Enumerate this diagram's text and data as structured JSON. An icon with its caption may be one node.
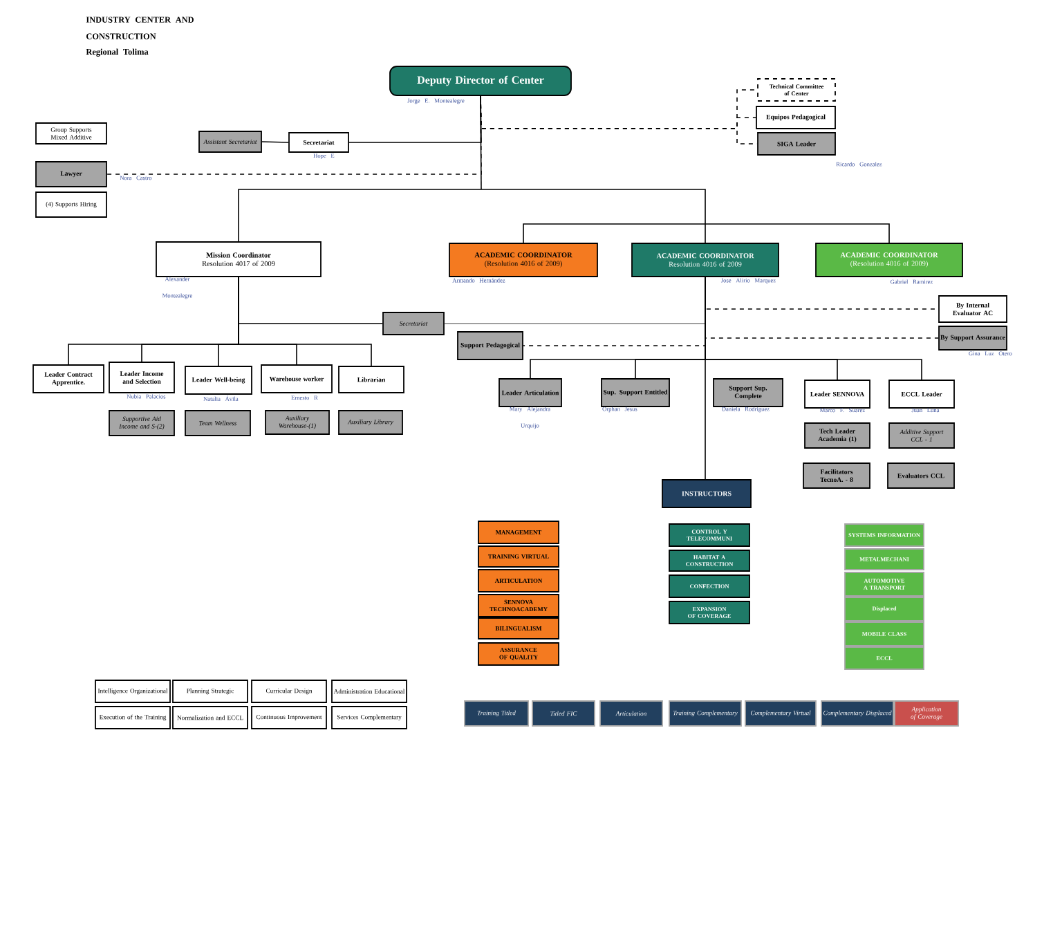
{
  "diagram": {
    "nodes": [
      {
        "text": [
          "Deputy Director of Center"
        ],
        "beside": [
          "Jorge E. Montealegre"
        ]
      },
      {
        "text": [
          "Technical Committee of Center"
        ]
      },
      {
        "text": [
          "Equipos Pedagogical"
        ]
      },
      {
        "text": [
          "SIGA Leader"
        ],
        "beside": [
          "Ricardo Gonzalez"
        ]
      },
      {
        "text": [
          "Group Supports Mixed Additive"
        ]
      },
      {
        "text": [
          "Assistant Secretariat"
        ]
      },
      {
        "text": [
          "Secretariat"
        ],
        "beside": [
          "Hope E"
        ]
      },
      {
        "text": [
          "Lawyer"
        ],
        "beside": [
          "Nora Castro"
        ]
      },
      {
        "text": [
          "(4) Supports Hiring"
        ]
      },
      {
        "text": [
          "Mission Coordinator",
          "Resolution 4017 of 2009"
        ],
        "beside": [
          "Alexander Montealegre"
        ]
      },
      {
        "text": [
          "ACADEMIC COORDINATOR",
          "(Resolution 4016 of 2009)"
        ],
        "beside": [
          "Armando Hernández"
        ]
      },
      {
        "text": [
          "ACADEMIC COORDINATOR",
          "Resolution 4016 of 2009"
        ],
        "beside": [
          "Jose Alirio Marquez"
        ]
      },
      {
        "text": [
          "ACADEMIC COORDINATOR",
          "(Resolution 4016 of 2009)"
        ],
        "beside": [
          "Gabriel Ramirez"
        ]
      },
      {
        "text": [
          "By Internal Evaluator AC"
        ]
      },
      {
        "text": [
          "By Support Assurance"
        ],
        "beside": [
          "Gina Luz Otero"
        ]
      },
      {
        "text": [
          "Secretariat"
        ]
      },
      {
        "text": [
          "Support Pedagogical"
        ]
      },
      {
        "text": [
          "Leader Contract Apprentice."
        ]
      },
      {
        "text": [
          "Leader Income and Selection"
        ],
        "beside": [
          "Nubia Palacios"
        ]
      },
      {
        "text": [
          "Leader Well-being"
        ],
        "beside": [
          "Natalia Ávila"
        ]
      },
      {
        "text": [
          "Warehouse worker"
        ],
        "beside": [
          "Ernesto R"
        ]
      },
      {
        "text": [
          "Librarian"
        ]
      },
      {
        "text": [
          "Supportive Aid Income and S-(2)"
        ]
      },
      {
        "text": [
          "Team Wellness"
        ]
      },
      {
        "text": [
          "Auxiliary Warehouse-(1)"
        ]
      },
      {
        "text": [
          "Auxiliary Library"
        ]
      },
      {
        "text": [
          "Leader Articulation"
        ],
        "beside": [
          "Mary Alejandra Urquijo"
        ]
      },
      {
        "text": [
          "Sup. Support Entitled"
        ],
        "beside": [
          "Orphan Jesus"
        ]
      },
      {
        "text": [
          "Support Sup. Complete"
        ],
        "beside": [
          "Daniela Rodriguez"
        ]
      },
      {
        "text": [
          "Leader SENNOVA"
        ],
        "beside": [
          "Marco F. Suarez"
        ]
      },
      {
        "text": [
          "ECCL Leader"
        ],
        "beside": [
          "Juan Luna"
        ]
      },
      {
        "text": [
          "Tech Leader Academia (1)"
        ]
      },
      {
        "text": [
          "Additive Support CCL - 1"
        ]
      },
      {
        "text": [
          "Facilitators TecnoA. - 8"
        ]
      },
      {
        "text": [
          "Evaluators CCL"
        ]
      },
      {
        "text": [
          "INSTRUCTORS"
        ]
      },
      {
        "text": [
          "MANAGEMENT"
        ]
      },
      {
        "text": [
          "TRAINING VIRTUAL"
        ]
      },
      {
        "text": [
          "ARTICULATION"
        ]
      },
      {
        "text": [
          "SENNOVA TECHNOACADEMY"
        ]
      },
      {
        "text": [
          "BILINGUALISM"
        ]
      },
      {
        "text": [
          "ASSURANCE OF QUALITY"
        ]
      },
      {
        "text": [
          "CONTROL Y TELECOMMUNI"
        ]
      },
      {
        "text": [
          "HABITAT A CONSTRUCTION"
        ]
      },
      {
        "text": [
          "CONFECTION"
        ]
      },
      {
        "text": [
          "EXPANSION OF COVERAGE"
        ]
      },
      {
        "text": [
          "SYSTEMS INFORMATION"
        ]
      },
      {
        "text": [
          "METALMECHANI"
        ]
      },
      {
        "text": [
          "AUTOMOTIVE A TRANSPORT"
        ]
      },
      {
        "text": [
          "Displaced"
        ]
      },
      {
        "text": [
          "MOBILE CLASS"
        ]
      },
      {
        "text": [
          "ECCL"
        ]
      },
      {
        "text": [
          "Intelligence Organizational"
        ]
      },
      {
        "text": [
          "Planning Strategic"
        ]
      },
      {
        "text": [
          "Curricular Design"
        ]
      },
      {
        "text": [
          "Administration Educational"
        ]
      },
      {
        "text": [
          "Execution of the Training"
        ]
      },
      {
        "text": [
          "Normalization and ECCL"
        ]
      },
      {
        "text": [
          "Continuous Improvement"
        ]
      },
      {
        "text": [
          "Services Complementary"
        ]
      },
      {
        "text": [
          "Training Titled"
        ]
      },
      {
        "text": [
          "Titled FIC"
        ]
      },
      {
        "text": [
          "Articulation"
        ]
      },
      {
        "text": [
          "Training Complementary"
        ]
      },
      {
        "text": [
          "Complementary Virtual"
        ]
      },
      {
        "text": [
          "Complementary Displaced"
        ]
      },
      {
        "text": [
          "Application of Coverage"
        ]
      }
    ],
    "edges": [
      {
        "from": 0,
        "to": 9,
        "arrow": "none"
      },
      {
        "from": 0,
        "to": 10,
        "arrow": "none"
      },
      {
        "from": 0,
        "to": 11,
        "arrow": "none"
      },
      {
        "from": 0,
        "to": 12,
        "arrow": "none"
      },
      {
        "from": 0,
        "to": 1,
        "arrow": "none",
        "style": "dashed"
      },
      {
        "from": 0,
        "to": 2,
        "arrow": "none",
        "style": "dashed"
      },
      {
        "from": 0,
        "to": 3,
        "arrow": "none",
        "style": "dashed"
      },
      {
        "from": 0,
        "to": 6,
        "arrow": "none"
      },
      {
        "from": 5,
        "to": 6,
        "arrow": "none"
      },
      {
        "from": 0,
        "to": 7,
        "arrow": "none",
        "style": "dashed"
      },
      {
        "from": 9,
        "to": 15,
        "arrow": "none"
      },
      {
        "from": 9,
        "to": 17,
        "arrow": "none"
      },
      {
        "from": 9,
        "to": 18,
        "arrow": "none"
      },
      {
        "from": 9,
        "to": 19,
        "arrow": "none"
      },
      {
        "from": 9,
        "to": 20,
        "arrow": "none"
      },
      {
        "from": 9,
        "to": 21,
        "arrow": "none"
      },
      {
        "from": 11,
        "to": 15,
        "arrow": "none",
        "color": "#808080"
      },
      {
        "from": 11,
        "to": 13,
        "arrow": "none",
        "style": "dashed"
      },
      {
        "from": 11,
        "to": 14,
        "arrow": "none",
        "style": "dashed"
      },
      {
        "from": 11,
        "to": 16,
        "arrow": "none",
        "style": "dashed"
      },
      {
        "from": 11,
        "to": 26,
        "arrow": "none"
      },
      {
        "from": 11,
        "to": 27,
        "arrow": "none"
      },
      {
        "from": 11,
        "to": 29,
        "arrow": "none"
      },
      {
        "from": 11,
        "to": 30,
        "arrow": "none"
      },
      {
        "from": 11,
        "to": 35,
        "arrow": "none"
      }
    ],
    "labels": [
      "INDUSTRY CENTER AND CONSTRUCTION",
      "Regional Tolima"
    ]
  }
}
